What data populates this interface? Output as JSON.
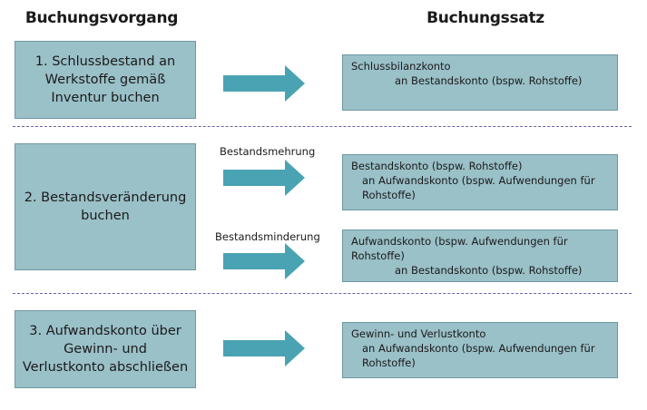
{
  "headers": {
    "left": "Buchungsvorgang",
    "right": "Buchungssatz"
  },
  "step1": {
    "label": "1. Schlussbestand an Werkstoffe gemäß Inventur buchen",
    "entry": {
      "debit": "Schlussbilanzkonto",
      "credit": "an Bestandskonto (bspw. Rohstoffe)"
    }
  },
  "step2": {
    "label": "2. Bestandsveränderung buchen",
    "increase": {
      "label": "Bestandsmehrung",
      "debit": "Bestandskonto (bspw. Rohstoffe)",
      "credit": "an Aufwandskonto (bspw. Aufwendungen für Rohstoffe)"
    },
    "decrease": {
      "label": "Bestandsminderung",
      "debit": "Aufwandskonto (bspw. Aufwendungen für Rohstoffe)",
      "credit": "an Bestandskonto (bspw. Rohstoffe)"
    }
  },
  "step3": {
    "label": "3. Aufwandskonto über Gewinn- und Verlustkonto abschließen",
    "entry": {
      "debit": "Gewinn- und Verlustkonto",
      "credit": "an Aufwandskonto (bspw. Aufwendungen für Rohstoffe)"
    }
  },
  "colors": {
    "box_fill": "#9ac0c8",
    "box_border": "#6f98a2",
    "arrow_fill": "#4aa3b3",
    "divider": "#6a5fa8"
  }
}
